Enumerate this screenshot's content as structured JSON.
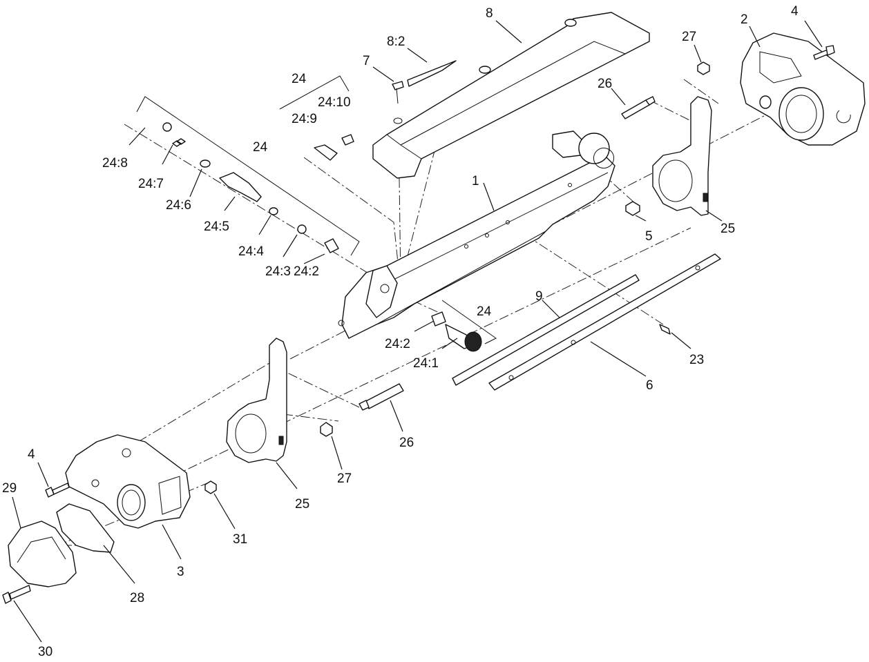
{
  "callouts": [
    {
      "id": "c8",
      "text": "8"
    },
    {
      "id": "c8-2",
      "text": "8:2"
    },
    {
      "id": "c7",
      "text": "7"
    },
    {
      "id": "c27a",
      "text": "27"
    },
    {
      "id": "c2",
      "text": "2"
    },
    {
      "id": "c4a",
      "text": "4"
    },
    {
      "id": "c26a",
      "text": "26"
    },
    {
      "id": "c24a",
      "text": "24"
    },
    {
      "id": "c24-10",
      "text": "24:10"
    },
    {
      "id": "c24-9",
      "text": "24:9"
    },
    {
      "id": "c24b",
      "text": "24"
    },
    {
      "id": "c24-8",
      "text": "24:8"
    },
    {
      "id": "c24-7",
      "text": "24:7"
    },
    {
      "id": "c24-6",
      "text": "24:6"
    },
    {
      "id": "c24-5",
      "text": "24:5"
    },
    {
      "id": "c24-4",
      "text": "24:4"
    },
    {
      "id": "c24-3",
      "text": "24:3"
    },
    {
      "id": "c24-2a",
      "text": "24:2"
    },
    {
      "id": "c1",
      "text": "1"
    },
    {
      "id": "c5",
      "text": "5"
    },
    {
      "id": "c25a",
      "text": "25"
    },
    {
      "id": "c24c",
      "text": "24"
    },
    {
      "id": "c24-2b",
      "text": "24:2"
    },
    {
      "id": "c24-1",
      "text": "24:1"
    },
    {
      "id": "c9",
      "text": "9"
    },
    {
      "id": "c23",
      "text": "23"
    },
    {
      "id": "c6",
      "text": "6"
    },
    {
      "id": "c26b",
      "text": "26"
    },
    {
      "id": "c27b",
      "text": "27"
    },
    {
      "id": "c25b",
      "text": "25"
    },
    {
      "id": "c4b",
      "text": "4"
    },
    {
      "id": "c29",
      "text": "29"
    },
    {
      "id": "c31",
      "text": "31"
    },
    {
      "id": "c3",
      "text": "3"
    },
    {
      "id": "c28",
      "text": "28"
    },
    {
      "id": "c30",
      "text": "30"
    }
  ]
}
